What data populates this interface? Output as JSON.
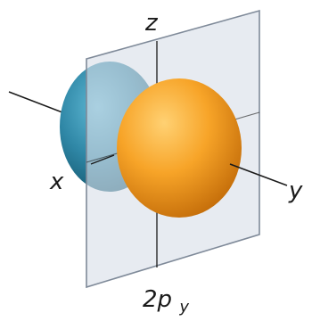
{
  "diagram": {
    "axis_labels": {
      "z": "z",
      "x": "x",
      "y": "y"
    },
    "caption": {
      "main": "2p",
      "subscript": "y"
    },
    "colors": {
      "plane_fill": "#d9dfe8",
      "plane_edge": "#7f8a99",
      "lobe_back": "#2f87a6",
      "lobe_front": "#f39a1f",
      "axis_line": "#1a1a1a"
    }
  }
}
